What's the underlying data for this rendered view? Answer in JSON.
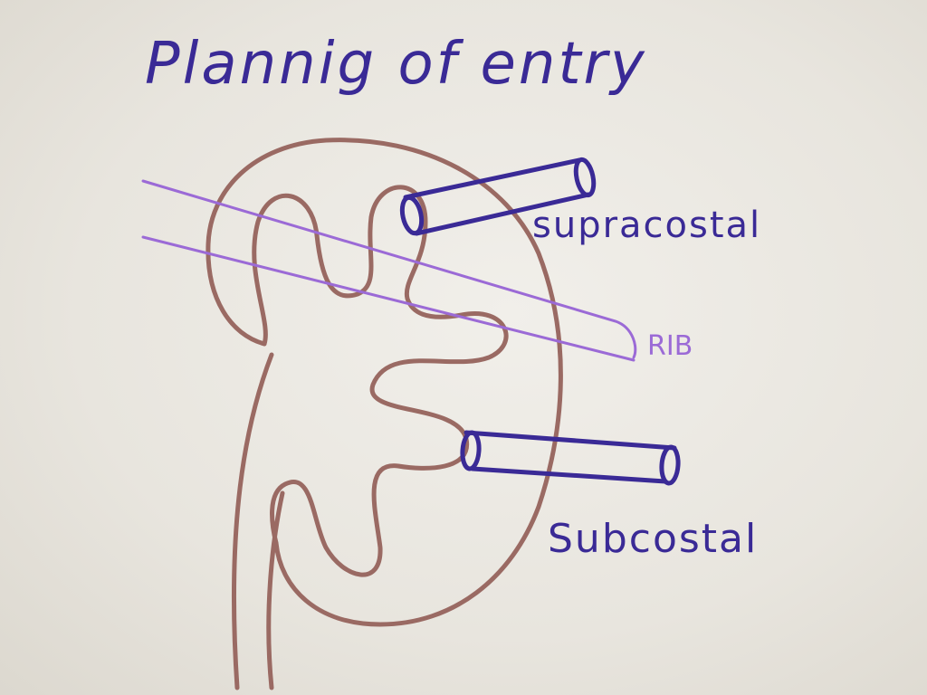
{
  "title": "Plannig of entry",
  "labels": {
    "supracostal": "supracostal",
    "rib": "RIB",
    "subcostal": "Subcostal"
  },
  "colors": {
    "ink_blue": "#3a2a96",
    "ink_purple": "#9b6ad6",
    "ink_brown": "#9a6a63",
    "board": "#ece9e3"
  }
}
